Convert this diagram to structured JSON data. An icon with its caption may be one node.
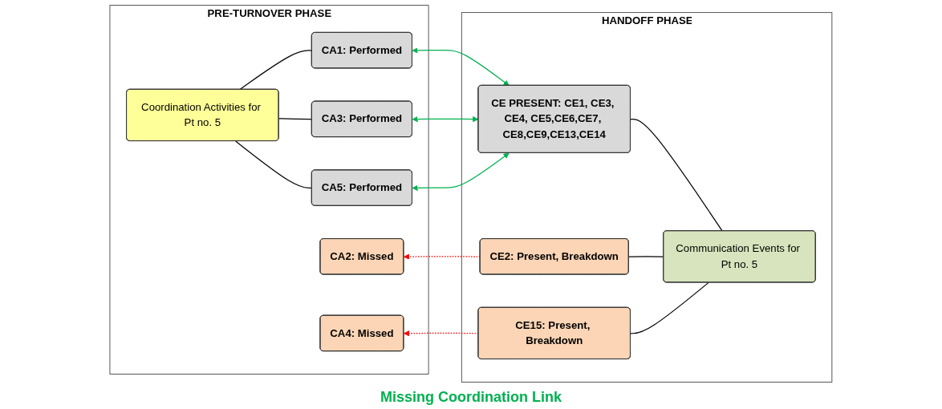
{
  "diagram": {
    "nodes": [
      {
        "text": [
          "PRE-TURNOVER PHASE"
        ]
      },
      {
        "text": [
          "Coordination Activities for Pt no. 5"
        ],
        "in": 0
      },
      {
        "text": [
          "CA1: Performed"
        ],
        "in": 0
      },
      {
        "text": [
          "CA3: Performed"
        ],
        "in": 0
      },
      {
        "text": [
          "CA5: Performed"
        ],
        "in": 0
      },
      {
        "text": [
          "CA2: Missed"
        ],
        "in": 0
      },
      {
        "text": [
          "CA4: Missed"
        ],
        "in": 0
      },
      {
        "text": [
          "HANDOFF PHASE"
        ]
      },
      {
        "text": [
          "CE PRESENT: CE1, CE3, CE4, CE5,CE6,CE7, CE8,CE9,CE13,CE14"
        ],
        "in": 7
      },
      {
        "text": [
          "CE2: Present, Breakdown"
        ],
        "in": 7
      },
      {
        "text": [
          "CE15: Present, Breakdown"
        ],
        "in": 7
      },
      {
        "text": [
          "Communication Events for Pt no. 5"
        ],
        "in": 7
      }
    ],
    "edges": [
      {
        "from": 1,
        "to": 2,
        "arrow": "none"
      },
      {
        "from": 1,
        "to": 3,
        "arrow": "none"
      },
      {
        "from": 1,
        "to": 4,
        "arrow": "none"
      },
      {
        "from": 8,
        "to": 2,
        "arrow": "both",
        "color": "#00b050"
      },
      {
        "from": 8,
        "to": 3,
        "arrow": "both",
        "color": "#00b050"
      },
      {
        "from": 8,
        "to": 4,
        "arrow": "both",
        "color": "#00b050"
      },
      {
        "from": 9,
        "to": 5,
        "arrow": "to",
        "style": "dashed",
        "color": "#ff0000"
      },
      {
        "from": 10,
        "to": 6,
        "arrow": "to",
        "style": "dashed",
        "color": "#ff0000"
      },
      {
        "from": 8,
        "to": 11,
        "arrow": "none"
      },
      {
        "from": 9,
        "to": 11,
        "arrow": "none"
      },
      {
        "from": 10,
        "to": 11,
        "arrow": "none"
      }
    ],
    "labels": [
      "Missing Coordination Link"
    ]
  }
}
